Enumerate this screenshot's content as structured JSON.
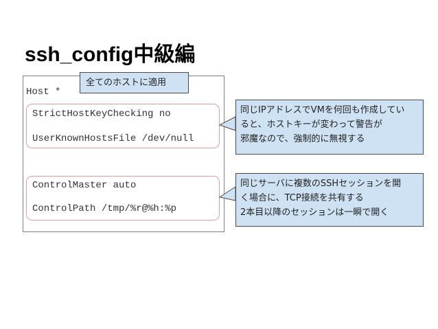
{
  "slide": {
    "title": "ssh_config中級編"
  },
  "config": {
    "host_line": "Host *",
    "group1": [
      "StrictHostKeyChecking no",
      "UserKnownHostsFile /dev/null"
    ],
    "group2": [
      "ControlMaster auto",
      "ControlPath /tmp/%r@%h:%p"
    ]
  },
  "callouts": {
    "top": "全てのホストに適用",
    "right1": [
      "同じIPアドレスでVMを何回も作成してい",
      "ると、ホストキーが変わって警告が",
      "邪魔なので、強制的に無視する"
    ],
    "right2": [
      "同じサーバに複数のSSHセッションを開",
      "く場合に、TCP接続を共有する",
      "2本目以降のセッションは一瞬で開く"
    ]
  },
  "colors": {
    "callout_fill": "#cfe2f3",
    "group_outline": "#e69aa0",
    "box_border": "#7f7f7f"
  }
}
